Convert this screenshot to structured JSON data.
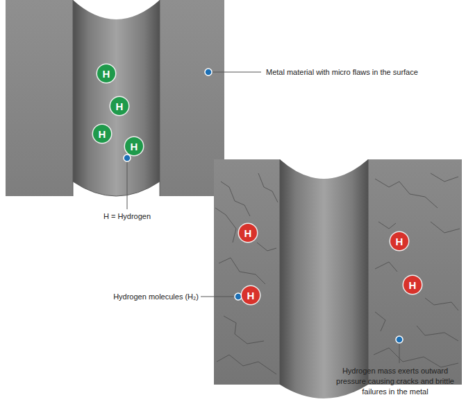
{
  "diagram": {
    "nodes": [
      {
        "text": [
          "H"
        ]
      },
      {
        "text": [
          "H"
        ]
      },
      {
        "text": [
          "H"
        ]
      },
      {
        "text": [
          "H"
        ]
      },
      {
        "text": [
          "H"
        ]
      },
      {
        "text": [
          "H"
        ]
      },
      {
        "text": [
          "H"
        ]
      },
      {
        "text": [
          "H"
        ]
      }
    ],
    "labels": [
      "Metal material with micro flaws in the surface",
      "H = Hydrogen",
      "Hydrogen molecules (H₂)",
      "Hydrogen mass exerts outward pressure causing cracks and brittle failures in the metal"
    ]
  }
}
